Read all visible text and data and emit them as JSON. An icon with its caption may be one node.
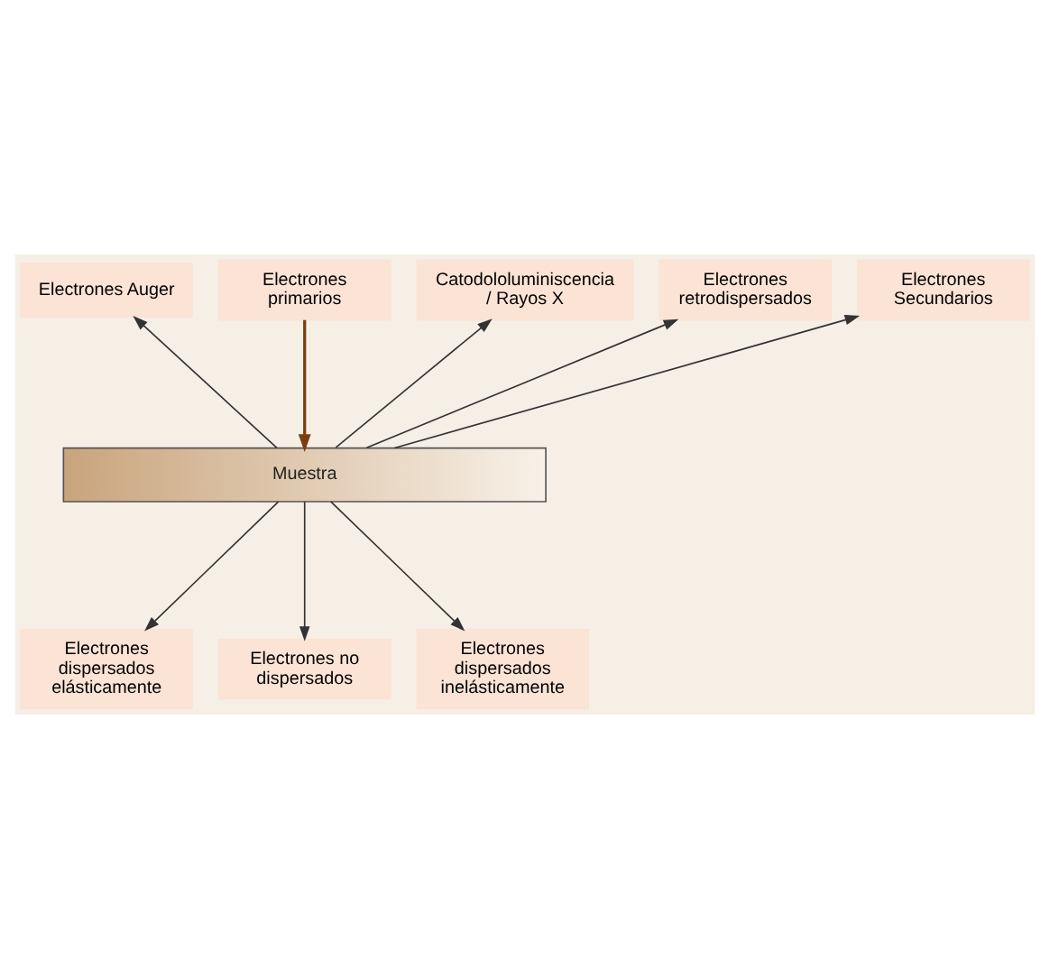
{
  "diagram": {
    "nodes": [
      {
        "text": [
          "Electrones primarios"
        ]
      },
      {
        "text": [
          "Catodololuminiscencia / Rayos X"
        ]
      },
      {
        "text": [
          "Electrones retrodispersados"
        ]
      },
      {
        "text": [
          "Electrones Auger"
        ]
      },
      {
        "text": [
          "Electrones Secundarios"
        ]
      },
      {
        "text": [
          "Muestra"
        ]
      },
      {
        "text": [
          "Electrones dispersados elásticamente"
        ]
      },
      {
        "text": [
          "Electrones no dispersados"
        ]
      },
      {
        "text": [
          "Electrones dispersados inelásticamente"
        ]
      }
    ],
    "edges": [
      {
        "from": 0,
        "to": 5,
        "arrow": "to",
        "color": "#7a3e0f"
      },
      {
        "from": 5,
        "to": 1,
        "arrow": "to"
      },
      {
        "from": 5,
        "to": 2,
        "arrow": "to"
      },
      {
        "from": 5,
        "to": 3,
        "arrow": "to"
      },
      {
        "from": 5,
        "to": 4,
        "arrow": "to"
      },
      {
        "from": 5,
        "to": 6,
        "arrow": "to"
      },
      {
        "from": 5,
        "to": 7,
        "arrow": "to"
      },
      {
        "from": 5,
        "to": 8,
        "arrow": "to"
      }
    ]
  }
}
